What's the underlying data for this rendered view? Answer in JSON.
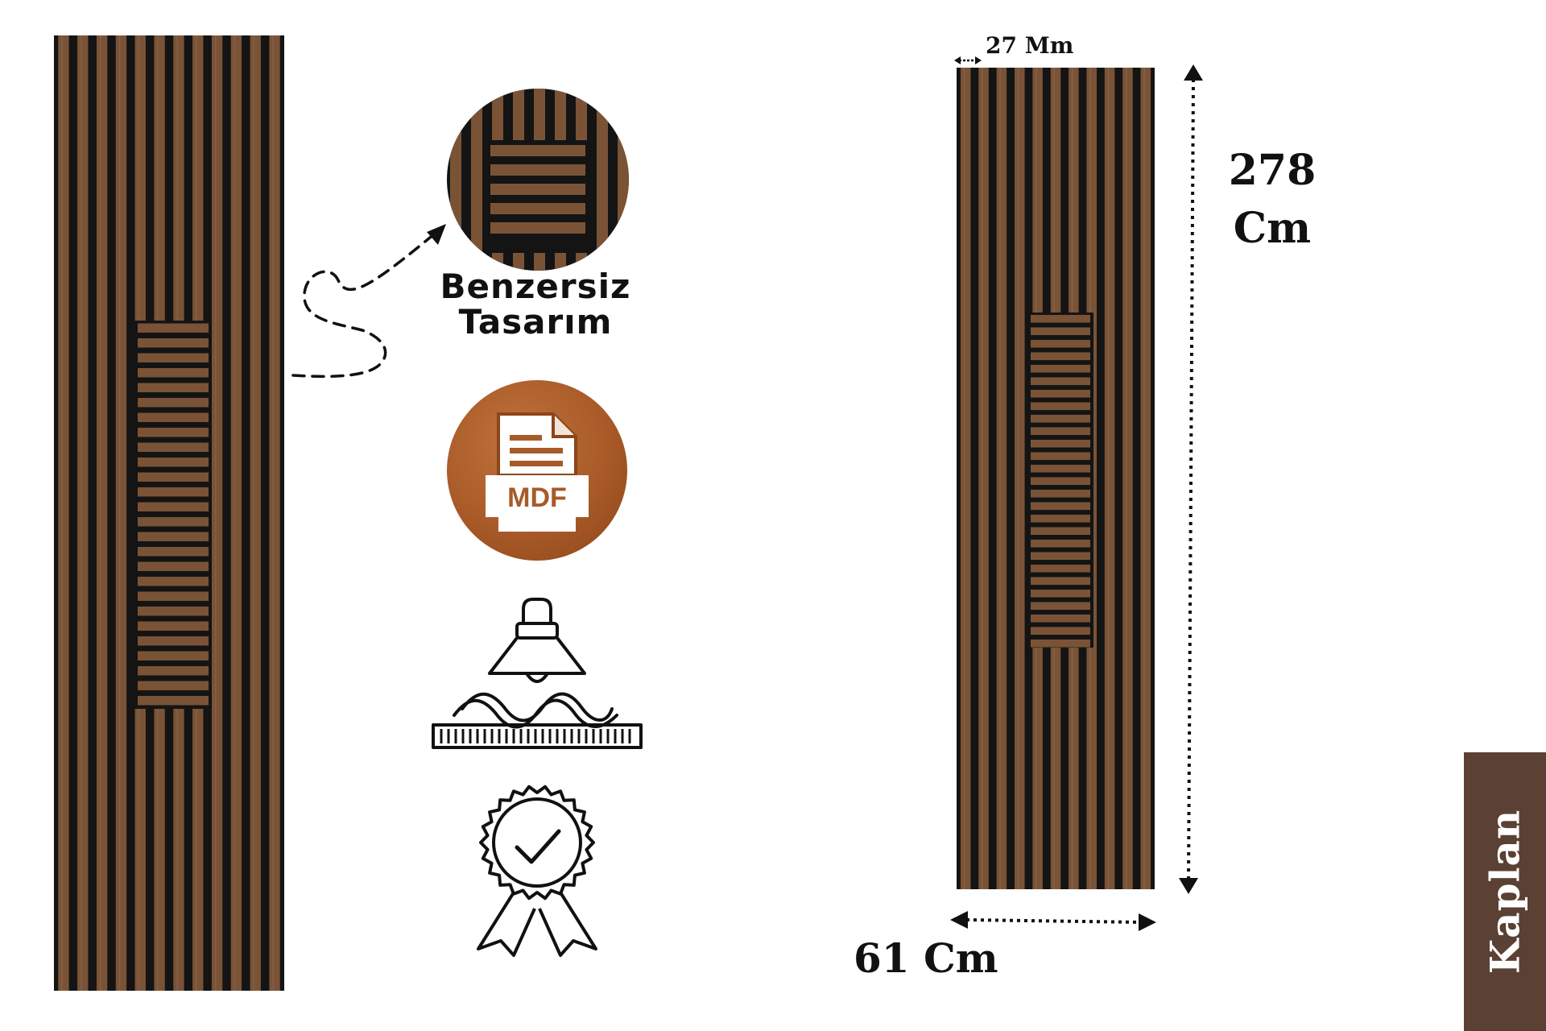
{
  "feature": {
    "line1": "Benzersiz",
    "line2": "Tasarım",
    "mdf_label": "MDF"
  },
  "dimensions": {
    "slat_width": "27 Mm",
    "height_value": "278",
    "height_unit": "Cm",
    "width": "61 Cm"
  },
  "brand": "Kaplan",
  "colors": {
    "wood": "#7a5336",
    "gap": "#141414",
    "mdf": "#a85a28",
    "brand_tab": "#5b4034"
  },
  "icons": [
    "dashed-arrow-icon",
    "mdf-file-icon",
    "acoustic-lamp-icon",
    "quality-badge-icon"
  ]
}
